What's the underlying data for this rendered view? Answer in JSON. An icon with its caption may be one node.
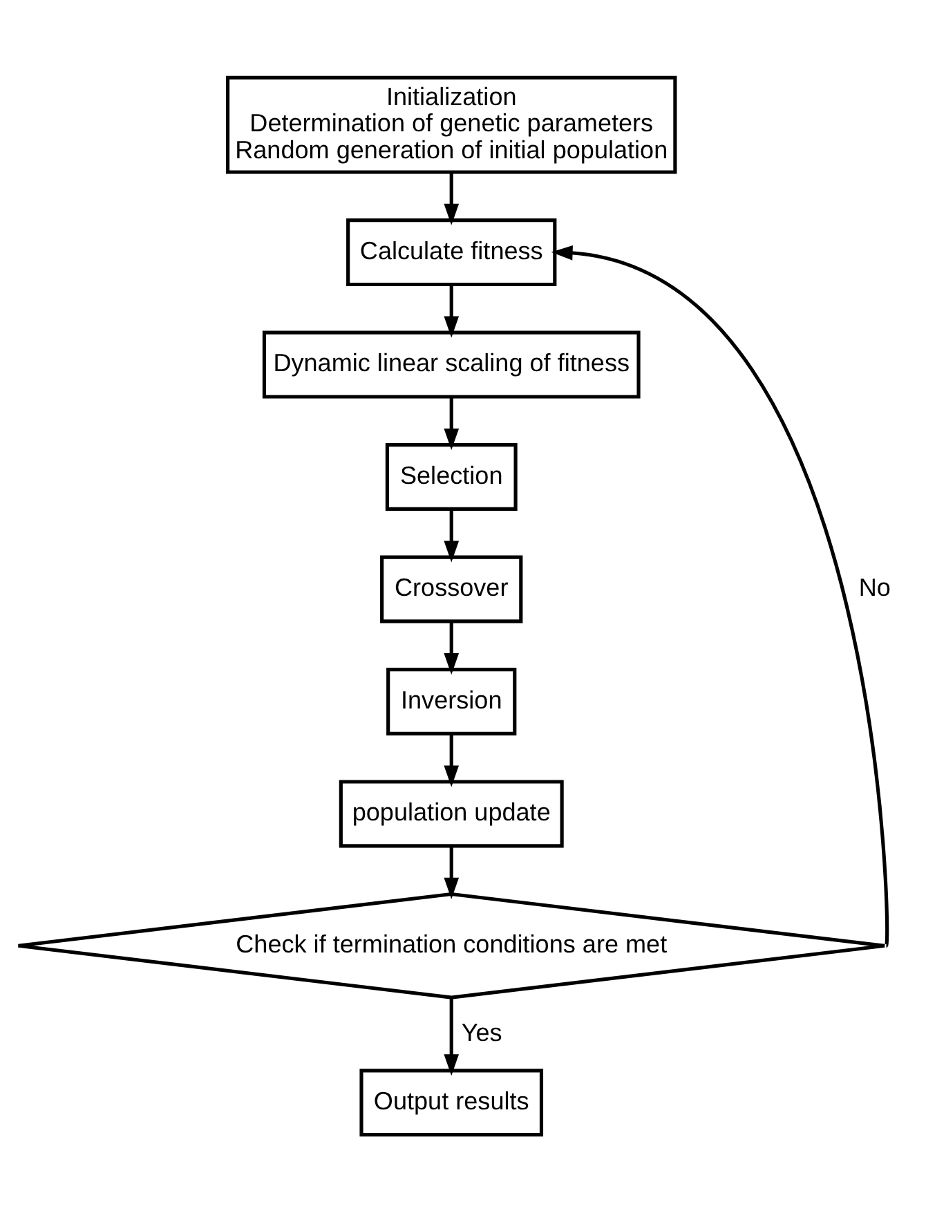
{
  "diagram": {
    "nodes": [
      {
        "text": [
          "Initialization",
          "Determination of genetic parameters",
          "Random generation of initial population"
        ]
      },
      {
        "text": [
          "Calculate fitness"
        ]
      },
      {
        "text": [
          "Dynamic linear scaling of fitness"
        ]
      },
      {
        "text": [
          "Selection"
        ]
      },
      {
        "text": [
          "Crossover"
        ]
      },
      {
        "text": [
          "Inversion"
        ]
      },
      {
        "text": [
          "population update"
        ]
      },
      {
        "text": [
          "Check if termination conditions are met"
        ]
      },
      {
        "text": [
          "Output results"
        ]
      }
    ],
    "edges": [
      {
        "from": 0,
        "to": 1,
        "arrow": "to"
      },
      {
        "from": 1,
        "to": 2,
        "arrow": "to"
      },
      {
        "from": 2,
        "to": 3,
        "arrow": "to"
      },
      {
        "from": 3,
        "to": 4,
        "arrow": "to"
      },
      {
        "from": 4,
        "to": 5,
        "arrow": "to"
      },
      {
        "from": 5,
        "to": 6,
        "arrow": "to"
      },
      {
        "from": 6,
        "to": 7,
        "arrow": "to"
      },
      {
        "from": 7,
        "to": 8,
        "arrow": "to",
        "label": "Yes"
      },
      {
        "from": 7,
        "to": 1,
        "arrow": "to",
        "label": "No"
      }
    ]
  }
}
